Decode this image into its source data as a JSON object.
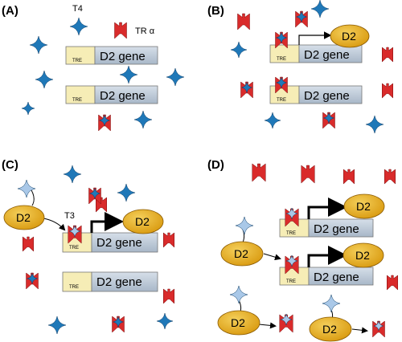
{
  "panels": {
    "a": {
      "label": "(A)",
      "t4_label": "T4",
      "tr_label": "TR α",
      "gene_1": "D2 gene",
      "gene_2": "D2 gene",
      "tre_1": "TRE",
      "tre_2": "TRE"
    },
    "b": {
      "label": "(B)",
      "d2_label": "D2",
      "gene_1": "D2 gene",
      "gene_2": "D2 gene",
      "tre_1": "TRE",
      "tre_2": "TRE"
    },
    "c": {
      "label": "(C)",
      "d2_left": "D2",
      "t3_label": "T3",
      "d2_right": "D2",
      "gene_1": "D2 gene",
      "gene_2": "D2 gene",
      "tre_1": "TRE",
      "tre_2": "TRE"
    },
    "d": {
      "label": "(D)",
      "gene_1": "D2 gene",
      "gene_2": "D2 gene",
      "tre_1": "TRE",
      "tre_2": "TRE",
      "d2_top": "D2",
      "d2_mid_left": "D2",
      "d2_mid_right": "D2",
      "d2_bottom_left": "D2",
      "d2_bottom_right": "D2"
    }
  },
  "colors": {
    "t4_blue": "#1f78b8",
    "t3_light": "#a9c8e8",
    "receptor_red": "#d92b2b",
    "tre_fill": "#f6edb6",
    "gene_fill": "#b9c7d6",
    "d2_fill": "#e3a91d",
    "d2_stroke": "#8a5a00"
  }
}
